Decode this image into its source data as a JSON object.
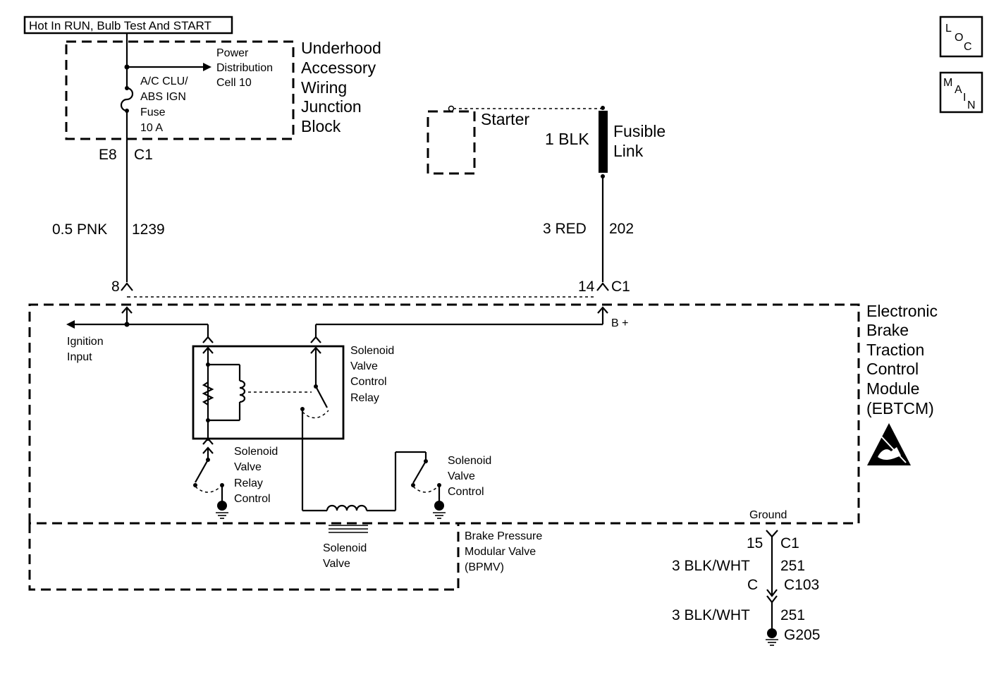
{
  "power_source": "Hot In RUN, Bulb Test And START",
  "nav": {
    "loc": [
      "L",
      "O",
      "C"
    ],
    "main": [
      "M",
      "A",
      "I",
      "N"
    ]
  },
  "junction_block": {
    "title": [
      "Underhood",
      "Accessory",
      "Wiring",
      "Junction",
      "Block"
    ],
    "power_distribution": [
      "Power",
      "Distribution",
      "Cell 10"
    ],
    "fuse": [
      "A/C CLU/",
      "ABS IGN",
      "Fuse",
      "10 A"
    ],
    "connector_pin": "E8",
    "connector": "C1"
  },
  "wires": {
    "ignition": {
      "gauge_color": "0.5 PNK",
      "circuit": "1239"
    },
    "battery": {
      "gauge_color": "3 RED",
      "circuit": "202"
    },
    "fusible": {
      "gauge_color": "1 BLK"
    },
    "ground1": {
      "gauge_color": "3 BLK/WHT",
      "circuit": "251"
    },
    "ground2": {
      "gauge_color": "3 BLK/WHT",
      "circuit": "251"
    }
  },
  "starter": "Starter",
  "fusible_link": [
    "Fusible",
    "Link"
  ],
  "ebtcm": {
    "title": [
      "Electronic",
      "Brake",
      "Traction",
      "Control",
      "Module",
      "(EBTCM)"
    ],
    "pin_ignition": "8",
    "pin_battery": "14",
    "connector": "C1",
    "b_plus": "B +",
    "ignition_input": [
      "Ignition",
      "Input"
    ],
    "relay": [
      "Solenoid",
      "Valve",
      "Control",
      "Relay"
    ],
    "relay_control": [
      "Solenoid",
      "Valve",
      "Relay",
      "Control"
    ],
    "valve_control": [
      "Solenoid",
      "Valve",
      "Control"
    ],
    "ground_label": "Ground"
  },
  "bpmv": {
    "title": [
      "Brake Pressure",
      "Modular Valve",
      "(BPMV)"
    ],
    "solenoid": [
      "Solenoid",
      "Valve"
    ]
  },
  "ground_path": {
    "pin": "15",
    "connector": "C1",
    "c103_pin": "C",
    "c103": "C103",
    "ground_point": "G205"
  }
}
